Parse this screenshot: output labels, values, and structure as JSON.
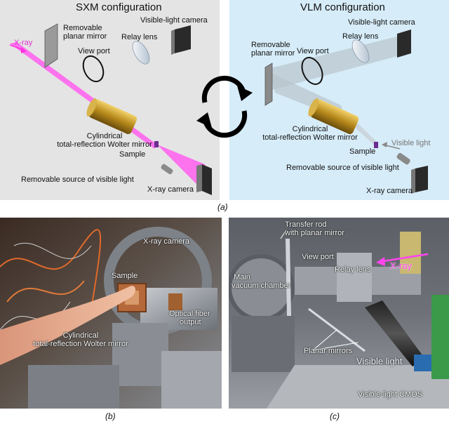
{
  "panel_a": {
    "sxm_title": "SXM configuration",
    "vlm_title": "VLM configuration",
    "caption": "(a)",
    "sxm_labels": {
      "xray": "X-ray",
      "planar_mirror_1": "Removable",
      "planar_mirror_2": "planar mirror",
      "view_port": "View port",
      "relay_lens": "Relay lens",
      "visible_camera": "Visible-light camera",
      "wolter_1": "Cylindrical",
      "wolter_2": "total-reflection Wolter mirror",
      "sample": "Sample",
      "visible_source": "Removable source of visible light",
      "xray_camera": "X-ray camera"
    },
    "vlm_labels": {
      "visible_camera": "Visible-light camera",
      "relay_lens": "Relay lens",
      "planar_mirror_1": "Removable",
      "planar_mirror_2": "planar mirror",
      "view_port": "View port",
      "wolter_1": "Cylindrical",
      "wolter_2": "total-reflection Wolter mirror",
      "sample": "Sample",
      "visible_light": "Visible light",
      "visible_source": "Removable source of visible light",
      "xray_camera": "X-ray camera"
    },
    "colors": {
      "sxm_bg": "#e4e4e4",
      "vlm_bg": "#d6ecf8",
      "xray": "#ff66ee"
    }
  },
  "panel_b": {
    "caption": "(b)",
    "labels": {
      "sample": "Sample",
      "xray_camera": "X-ray camera",
      "fiber_1": "Optical fiber",
      "fiber_2": "output",
      "wolter_1": "Cylindrical",
      "wolter_2": "total-reflection Wolter mirror"
    }
  },
  "panel_c": {
    "caption": "(c)",
    "labels": {
      "transfer_1": "Transfer rod",
      "transfer_2": "with planar mirror",
      "view_port": "View port",
      "xray": "X-ray",
      "main_chamber_1": "Main",
      "main_chamber_2": "vacuum chamber",
      "relay_lens": "Relay lens",
      "planar_mirrors": "Planar mirrors",
      "visible_light": "Visible light",
      "cmos": "Visible-light CMOS"
    }
  }
}
